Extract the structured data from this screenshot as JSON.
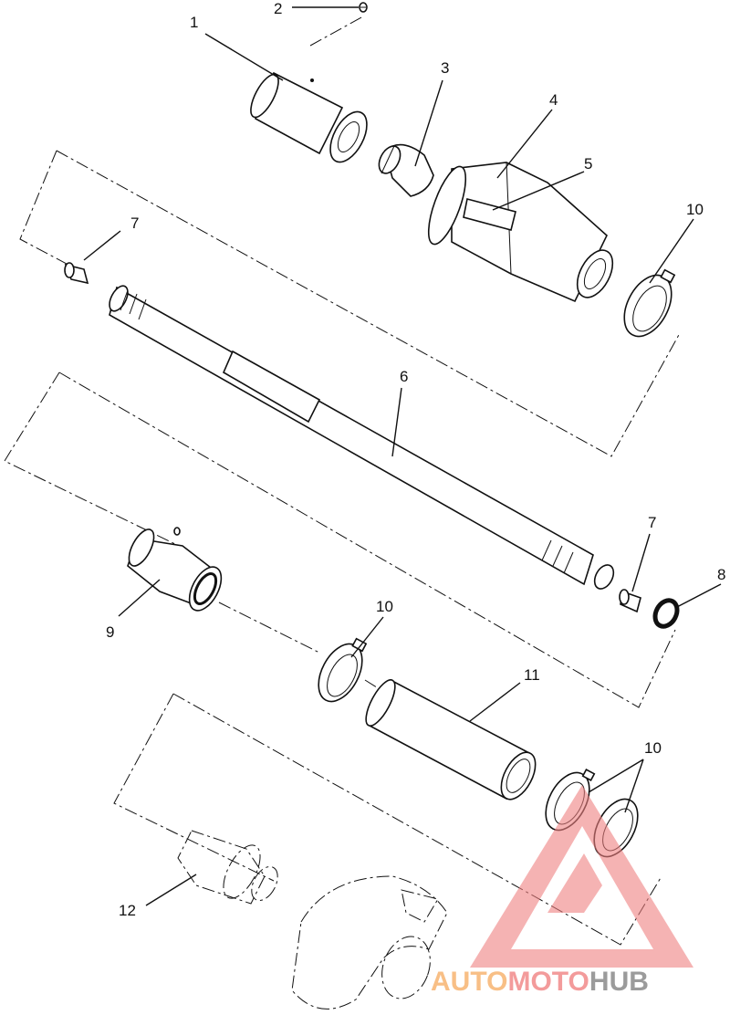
{
  "callouts": [
    "1",
    "2",
    "3",
    "4",
    "5",
    "6",
    "7",
    "7",
    "8",
    "9",
    "10",
    "10",
    "10",
    "11",
    "12"
  ],
  "watermark": {
    "part1": "AUTO",
    "part2": "MOTO",
    "part3": "HUB",
    "colors": {
      "auto": "#f7b472",
      "moto": "#f28a8a",
      "hub": "#8a8a8a",
      "logo": "#f08080"
    }
  }
}
